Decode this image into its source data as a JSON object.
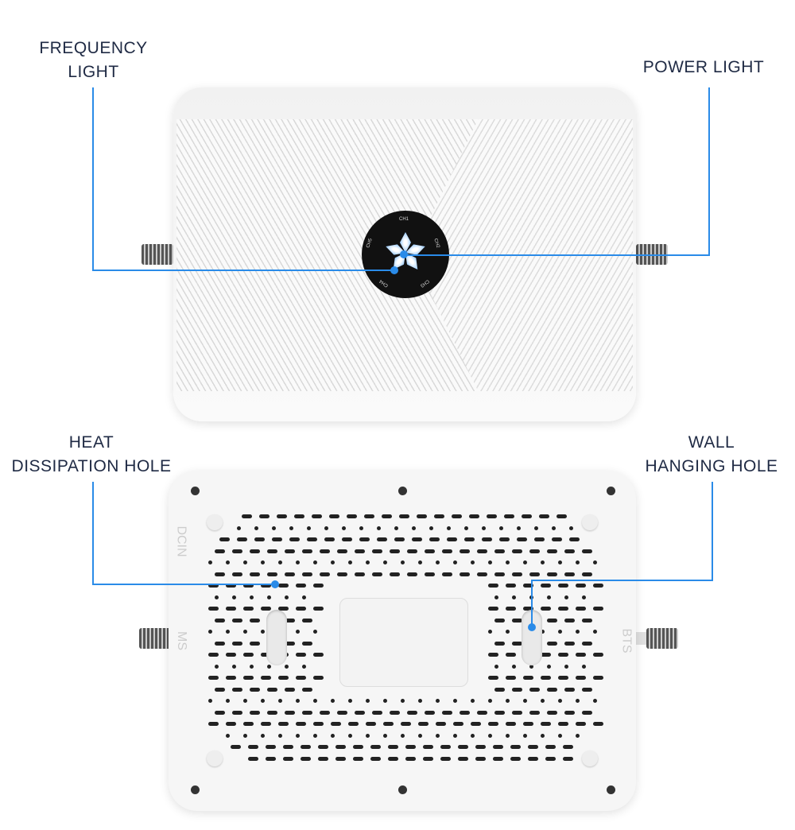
{
  "callouts": {
    "frequency_light": [
      "FREQUENCY",
      "LIGHT"
    ],
    "power_light": "POWER LIGHT",
    "heat_dissipation_hole": [
      "HEAT",
      "DISSIPATION HOLE"
    ],
    "wall_hanging_hole": [
      "WALL",
      "HANGING HOLE"
    ]
  },
  "led_panel": {
    "channels": [
      "CH1",
      "CH2",
      "CH3",
      "CH4",
      "CH5"
    ]
  },
  "back_labels": {
    "dc_in": "DCIN",
    "ms": "MS",
    "bts": "BTS"
  },
  "colors": {
    "callout_line": "#2a8be8",
    "label_text": "#1f2a44"
  }
}
